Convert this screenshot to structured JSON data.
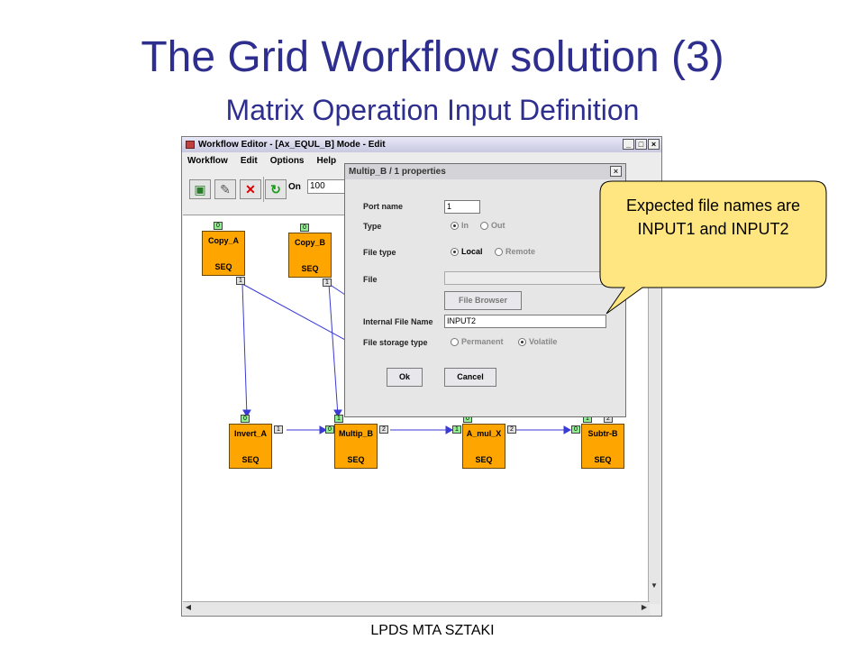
{
  "slide": {
    "title": "The Grid Workflow solution (3)",
    "subtitle": "Matrix Operation Input Definition",
    "footer": "LPDS MTA SZTAKI"
  },
  "window": {
    "title": "Workflow Editor - [Ax_EQUL_B] Mode - Edit",
    "buttons": [
      "_",
      "□",
      "×"
    ],
    "menu": [
      "Workflow",
      "Edit",
      "Options",
      "Help"
    ],
    "toolbar": {
      "on_label": "On",
      "zoom_value": "100"
    }
  },
  "jobs": [
    {
      "name": "Copy_A",
      "type": "SEQ",
      "in_port": "0",
      "out_port": "1"
    },
    {
      "name": "Copy_B",
      "type": "SEQ",
      "in_port": "0",
      "out_port": "1"
    },
    {
      "name": "Invert_A",
      "type": "SEQ",
      "in_port": "0",
      "out_port": "1"
    },
    {
      "name": "Multip_B",
      "type": "SEQ",
      "in_top": "1",
      "in_left": "0",
      "out_port": "2"
    },
    {
      "name": "A_mul_X",
      "type": "SEQ",
      "in_top": "0",
      "in_left": "1",
      "out_port": "2"
    },
    {
      "name": "Subtr-B",
      "type": "SEQ",
      "in_top": "1",
      "out_top": "2",
      "in_left": "0"
    }
  ],
  "dialog": {
    "title": "Multip_B / 1 properties",
    "close": "×",
    "port_name_label": "Port name",
    "port_name_value": "1",
    "type_label": "Type",
    "type_in": "In",
    "type_out": "Out",
    "file_type_label": "File type",
    "file_local": "Local",
    "file_remote": "Remote",
    "file_label": "File",
    "file_value": "",
    "file_browser": "File Browser",
    "internal_label": "Internal File Name",
    "internal_value": "INPUT2",
    "storage_label": "File storage type",
    "storage_permanent": "Permanent",
    "storage_volatile": "Volatile",
    "ok": "Ok",
    "cancel": "Cancel"
  },
  "callout": {
    "text": "Expected file names are INPUT1 and INPUT2"
  },
  "colors": {
    "title": "#2e2e8f",
    "job": "#ffa500",
    "edge": "#3a3ad6",
    "callout_fill": "#ffe680"
  }
}
